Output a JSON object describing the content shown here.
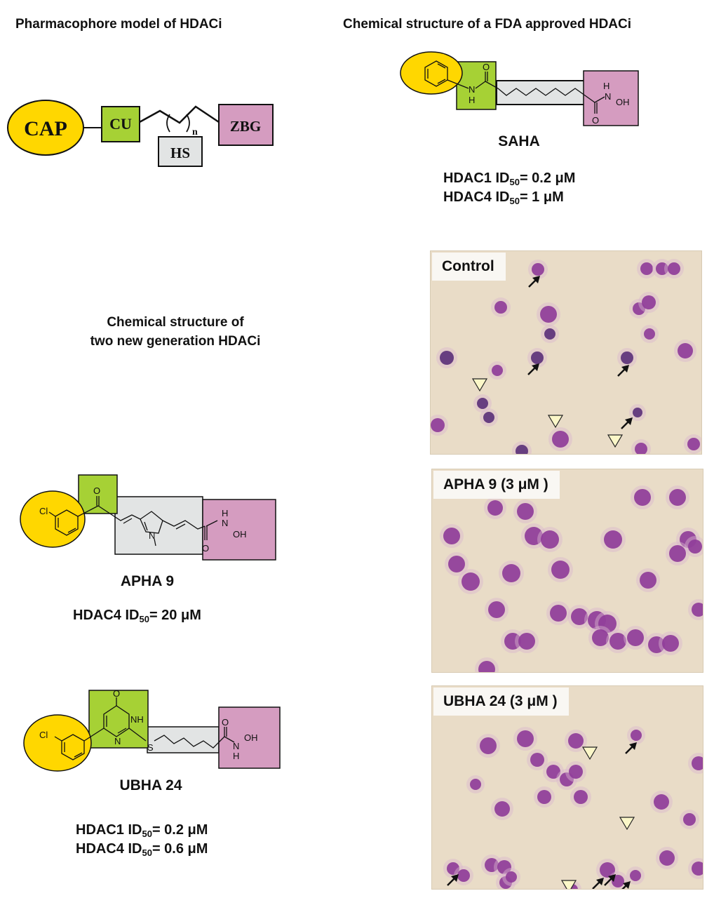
{
  "pharmacophore": {
    "title": "Pharmacophore model of HDACi",
    "cap_label": "CAP",
    "cu_label": "CU",
    "hs_label": "HS",
    "zbg_label": "ZBG",
    "repeat_subscript": "n"
  },
  "saha_section": {
    "title": "Chemical structure of a FDA approved HDACi",
    "compound_name": "SAHA",
    "atoms": {
      "carbonyl_o": "O",
      "amide_n": "N",
      "amide_h": "H",
      "hydroxamate_h": "H",
      "hydroxamate_n": "N",
      "hydroxamate_oh": "OH",
      "hydroxamate_o": "O"
    },
    "activity": [
      {
        "enzyme": "HDAC1",
        "metric": "ID",
        "sub": "50",
        "value": "= 0.2 μM"
      },
      {
        "enzyme": "HDAC4",
        "metric": "ID",
        "sub": "50",
        "value": "= 1 μM"
      }
    ]
  },
  "new_generation": {
    "title_line1": "Chemical structure of",
    "title_line2": "two new generation HDACi"
  },
  "apha9": {
    "compound_name": "APHA 9",
    "atoms": {
      "cl": "Cl",
      "ketone_o": "O",
      "pyrrole_n": "N",
      "h": "H",
      "n": "N",
      "oh": "OH",
      "o": "O"
    },
    "activity": [
      {
        "enzyme": "HDAC4",
        "metric": "ID",
        "sub": "50",
        "value": "= 20 μM"
      }
    ]
  },
  "ubha24": {
    "compound_name": "UBHA 24",
    "atoms": {
      "cl": "Cl",
      "ring_o": "O",
      "nh": "NH",
      "ring_n": "N",
      "s": "S",
      "o": "O",
      "n": "N",
      "oh": "OH",
      "h": "H"
    },
    "activity": [
      {
        "enzyme": "HDAC1",
        "metric": "ID",
        "sub": "50",
        "value": "= 0.2 μM"
      },
      {
        "enzyme": "HDAC4",
        "metric": "ID",
        "sub": "50",
        "value": "= 0.6 μM"
      }
    ]
  },
  "micrographs": [
    {
      "label": "Control",
      "black_arrows": 4,
      "white_arrowheads": 3
    },
    {
      "label": "APHA 9 (3 μM )",
      "black_arrows": 0,
      "white_arrowheads": 0
    },
    {
      "label": "UBHA 24 (3 μM )",
      "black_arrows": 5,
      "white_arrowheads": 3
    }
  ],
  "colors": {
    "cap_yellow": "#ffd700",
    "cu_green": "#a6d135",
    "hs_grey": "#e2e4e4",
    "zbg_pink": "#d59cc0",
    "slide_background": "#e9dcc7",
    "cell_purple": "#8e3a98",
    "arrowhead_fill": "#fbf7c8"
  }
}
